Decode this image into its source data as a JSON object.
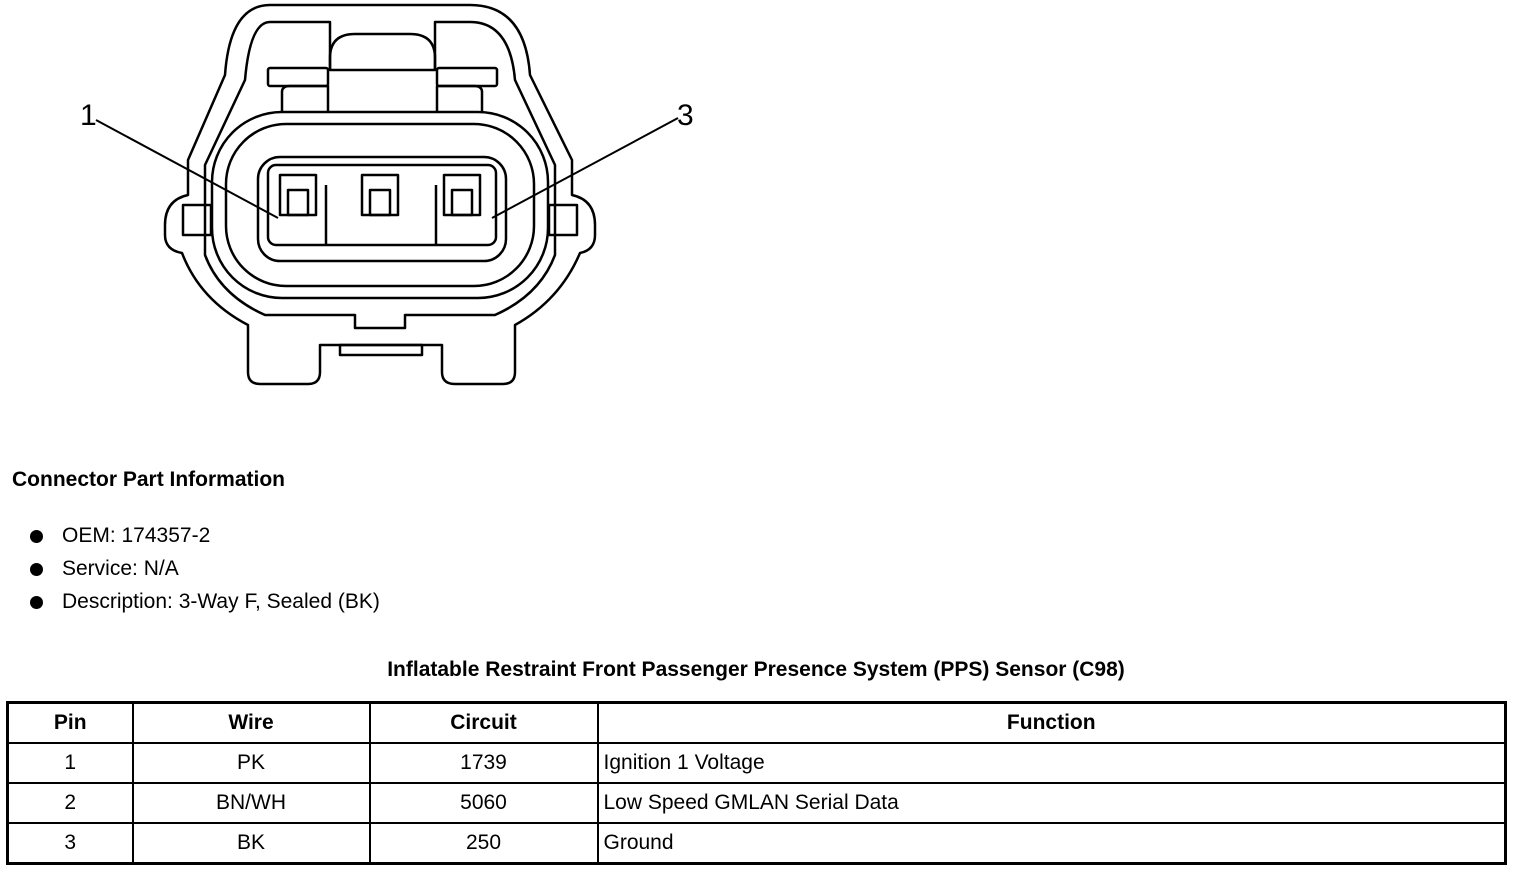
{
  "diagram": {
    "callouts": [
      "1",
      "3"
    ]
  },
  "connector_info": {
    "heading": "Connector Part Information",
    "items": [
      "OEM: 174357-2",
      "Service: N/A",
      "Description: 3-Way F, Sealed (BK)"
    ]
  },
  "table": {
    "title": "Inflatable Restraint Front Passenger Presence System (PPS) Sensor (C98)",
    "headers": {
      "pin": "Pin",
      "wire": "Wire",
      "circuit": "Circuit",
      "function": "Function"
    },
    "rows": [
      {
        "pin": "1",
        "wire": "PK",
        "circuit": "1739",
        "function": "Ignition 1 Voltage"
      },
      {
        "pin": "2",
        "wire": "BN/WH",
        "circuit": "5060",
        "function": "Low Speed GMLAN Serial Data"
      },
      {
        "pin": "3",
        "wire": "BK",
        "circuit": "250",
        "function": "Ground"
      }
    ]
  }
}
